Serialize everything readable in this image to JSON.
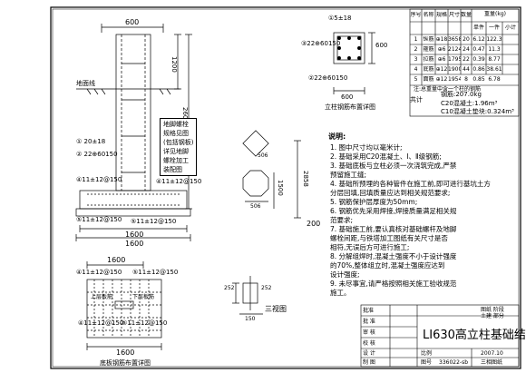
{
  "elevation": {
    "dim_width": "600",
    "dim_h1": "1200",
    "dim_h2": "2600",
    "ground_label": "地面线",
    "bolt_note": [
      "地脚螺栓",
      "规格见图",
      "(包括钢板)",
      "详见地脚",
      "螺栓加工",
      "装配图"
    ],
    "rebar1": "① 20±18",
    "rebar2": "② 22⊕60150",
    "rebar3": "④11±12@150",
    "rebar4": "⑤11±12@150",
    "rebar5": "④11±12@150",
    "rebar6": "⑤11±12@150",
    "dim_bottom_inner": "1600",
    "dim_bottom_outer": "1600"
  },
  "column_section": {
    "rebar_a": "①5±18",
    "rebar_b": "③22⊕60150",
    "rebar_c": "②22⊕60150",
    "dim_right": "600",
    "dim_bottom": "600",
    "title": "立柱钢筋布置详图"
  },
  "plan_square": {
    "side": "506"
  },
  "plan_octagon": {
    "side": "506"
  },
  "dims_center": {
    "d1": "1500",
    "d2": "2858",
    "d3": "200"
  },
  "base_plan": {
    "dim_top": "1600",
    "rebar_top_left": "④11±12@150",
    "rebar_top_right": "⑤11±12@150",
    "rebar_left": "④11±12@150",
    "rebar_right": "⑤11±12@150",
    "upper_label": "上层板筋",
    "lower_label": "下层板筋",
    "dim_bottom": "1600",
    "title": "底板钢筋布置详图"
  },
  "three_view": {
    "title": "三视图",
    "dim_a": "252",
    "dim_b": "252",
    "dim_c": "150"
  },
  "rebar_table": {
    "headers": [
      "序号",
      "名称",
      "规格",
      "尺寸",
      "数量",
      "单件",
      "一件",
      "小计"
    ],
    "header_group": "重量(kg)",
    "rows": [
      [
        "1",
        "纵筋",
        "⊕18",
        "3658",
        "20",
        "6.12",
        "122.3",
        ""
      ],
      [
        "2",
        "箍筋",
        "⊕6",
        "2124",
        "24",
        "0.47",
        "11.3",
        ""
      ],
      [
        "3",
        "拉筋",
        "⊕6",
        "1795",
        "22",
        "0.39",
        "8.77",
        ""
      ],
      [
        "4",
        "底筋",
        "⊕12",
        "1900",
        "44",
        "0.86",
        "38.61",
        ""
      ],
      [
        "5",
        "面筋",
        "⊕12",
        "1954",
        "8",
        "0.85",
        "6.78",
        ""
      ]
    ],
    "footnote": "注:总重量中含一个柱的钢筋",
    "total_label": "共计",
    "steel_weight": "钢筋:207.0kg",
    "concrete_c20": "C20混凝土:1.96m³",
    "concrete_c10": "C10混凝土垫块:0.324m³"
  },
  "notes": {
    "heading": "说明:",
    "lines": [
      "1. 图中尺寸均以毫米计;",
      "2. 基础采用C20混凝土、Ⅰ、Ⅱ级钢筋;",
      "3. 基础底板与立柱必须一次浇筑完成,严禁",
      "   预留施工缝;",
      "4. 基础所预埋的各种管件在施工前,即可进行基坑土方",
      "   分层回填,回填质量应达到相关规范要求;",
      "5. 钢筋保护层厚度为50mm;",
      "6. 钢筋优先采用焊接,焊接质量满足相关规",
      "   范要求;",
      "7. 基础施工前,要认真核对基础螺杆及地脚",
      "   螺栓间距,与铁塔加工图纸有关尺寸是否",
      "   相符,无误后方可进行施工;",
      "8. 分解组焊时,混凝土强度不小于设计强度",
      "   的70%,整体组立时,混凝土强度应达到",
      "   设计强度;",
      "9. 未尽事宜,请严格按照相关施工验收规范",
      "   施工。"
    ]
  },
  "title_block": {
    "stamp": "批准",
    "sign_rows": [
      "批 准",
      "审 核",
      "校 核",
      "设 计",
      "制 图"
    ],
    "top_right_a": "图纸  阶段",
    "top_right_b": "土建  部分",
    "drawing_title": "LI630高立柱基础结构图",
    "scale_label": "比例",
    "date": "2007.10",
    "drawing_no_label": "图号",
    "drawing_no": "336022-sb",
    "sheet_label": "三相图纸"
  }
}
